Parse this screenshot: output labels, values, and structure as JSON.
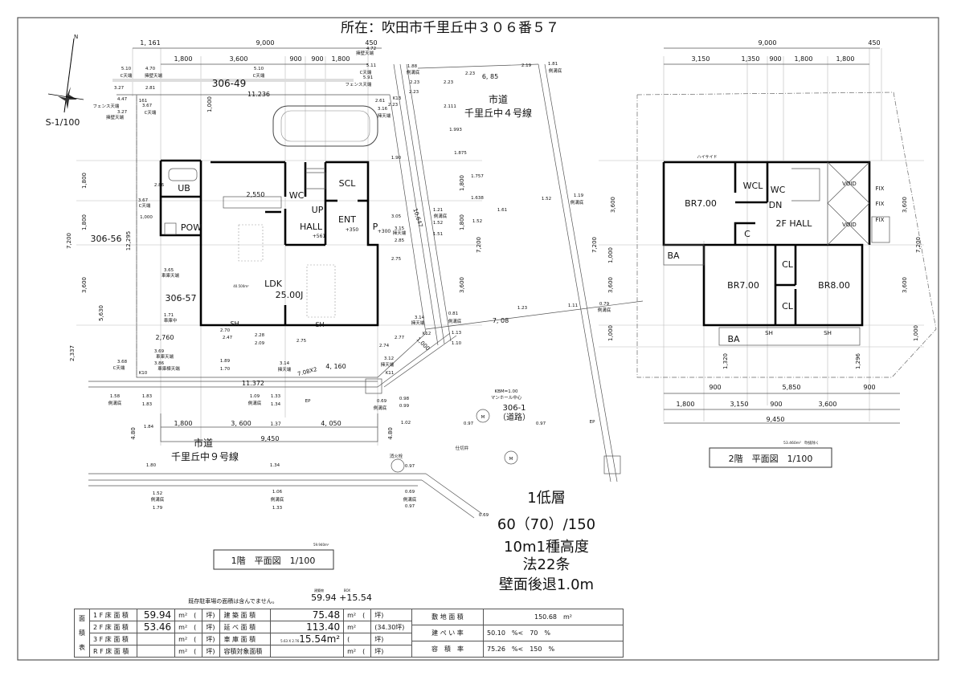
{
  "title": "所在：吹田市千里丘中３０６番５７",
  "scale_label": "S-1/100",
  "north_label": "N",
  "plan_1f": {
    "caption": "1階　平面図　1/100",
    "area_note": "59.940m²",
    "rooms": [
      "UB",
      "POW",
      "WC",
      "UP",
      "HALL",
      "SCL",
      "ENT",
      "P",
      "LDK",
      "25.00J",
      "SH",
      "SH",
      "40.500m²",
      "2,550",
      "+561",
      "+350",
      "+300"
    ],
    "lots": [
      "306-49",
      "306-56",
      "306-57"
    ],
    "roads": [
      "市道",
      "千里丘中４号線",
      "市道",
      "千里丘中９号線",
      "306-1",
      "（道路）"
    ],
    "dimensions": [
      "1, 161",
      "9,000",
      "450",
      "1,800",
      "3,600",
      "900",
      "900",
      "1,800",
      "1,800",
      "1,800",
      "7,200",
      "3,600",
      "12,295",
      "5,630",
      "2,337",
      "1,800",
      "1,800",
      "7,200",
      "3,600",
      "2,760",
      "1,800",
      "3, 600",
      "1.37",
      "4, 050",
      "9,450",
      "4.80",
      "4.80",
      "11.236",
      "11.372",
      "1,000",
      "10,647",
      "6, 85",
      "7, 08",
      "4, 160",
      "7.08X2",
      "1,000"
    ],
    "annotations": [
      "5.10",
      "C天端",
      "4.70",
      "擁壁天端",
      "3.27",
      "2.81",
      "4.47",
      "フェンス天端",
      "3.27",
      "擁壁天端",
      "161",
      "3.67",
      "C天端",
      "5.10",
      "C天端",
      "4.72",
      "擁壁天端",
      "5.11",
      "C天端",
      "5.91",
      "フェンス天端",
      "2.61",
      "3.16",
      "擁天端",
      "2.23",
      "K13",
      "1.88",
      "側溝底",
      "2.23",
      "2.23",
      "2.23",
      "2.111",
      "1.993",
      "1.875",
      "1.757",
      "1.638",
      "1.52",
      "2.23",
      "2.19",
      "1.81",
      "側溝底",
      "1.90",
      "3.05",
      "1.21",
      "側溝底",
      "1.52",
      "1.51",
      "1.61",
      "1.52",
      "1.19",
      "側溝底",
      "3.15",
      "擁天端",
      "2.85",
      "2.75",
      "2.86",
      "3.67",
      "C天端",
      "1,000",
      "3.65",
      "車庫天端",
      "1.71",
      "車庫中",
      "3.69",
      "車庫天端",
      "3.86",
      "車庫棟天端",
      "3.68",
      "C天端",
      "K10",
      "2.70",
      "2.47",
      "2.28",
      "2.09",
      "2.75",
      "1.89",
      "1.70",
      "3.14",
      "擁天端",
      "1.58",
      "側溝底",
      "1.83",
      "1.83",
      "1.09",
      "側溝底",
      "1.33",
      "1.34",
      "EP",
      "0.69",
      "側溝底",
      "0.98",
      "0.99",
      "1.84",
      "1.02",
      "消火栓",
      "0.97",
      "1.80",
      "1.34",
      "1.52",
      "側溝底",
      "1.79",
      "1.06",
      "側溝底",
      "1.33",
      "0.69",
      "側溝底",
      "0.97",
      "2.74",
      "2.77",
      "3.12",
      "擁天端",
      "K11",
      "3.14",
      "擁天端",
      "K12",
      "1.13",
      "1.10",
      "0.81",
      "側溝底",
      "1.23",
      "1.11",
      "0.79",
      "側溝底",
      "KBM=1.00",
      "マンホール中心",
      "M",
      "M",
      "0.97",
      "0.97",
      "仕切弁",
      "EP",
      "0.69"
    ]
  },
  "plan_2f": {
    "caption": "2階　平面図　1/100",
    "area_note": "53.460m²　吹抜除く",
    "rooms": [
      "BR7.00",
      "WCL",
      "WC",
      "DN",
      "2F HALL",
      "VOID",
      "VOID",
      "FIX",
      "FIX",
      "FIX",
      "C",
      "BA",
      "BR7.00",
      "CL",
      "CL",
      "BR8.00",
      "SH",
      "SH",
      "BA",
      "ハイサイド"
    ],
    "dimensions": [
      "9,000",
      "450",
      "3,150",
      "1,350",
      "900",
      "1,800",
      "1,800",
      "3,600",
      "7,200",
      "1,000",
      "3,600",
      "1,000",
      "3,600",
      "7,200",
      "3,600",
      "1,000",
      "1,320",
      "1,296",
      "900",
      "5,850",
      "900",
      "1,800",
      "3,150",
      "900",
      "3,600",
      "9,450"
    ]
  },
  "zoning": [
    "1低層",
    "60（70）/150",
    "10m1種高度",
    "法22条",
    "壁面後退1.0m"
  ],
  "area_summary": {
    "note": "既存駐車場の面積は含んでません。",
    "building_label": "建築物",
    "box_label": "BOX",
    "sum": "59.94 +15.54"
  },
  "area_table": {
    "side_label": [
      "面",
      "積",
      "表"
    ],
    "rows": [
      {
        "floor": "1 F 床 面 積",
        "value": "59.94",
        "unit": "m²　(",
        "tsubo": "坪)",
        "label": "建 築 面 積",
        "value2": "75.48",
        "unit2": "m²　(",
        "tsubo2": "坪)"
      },
      {
        "floor": "2 F 床 面 積",
        "value": "53.46",
        "unit": "m²　(",
        "tsubo": "坪)",
        "label": "延 べ 面 積",
        "value2": "113.40",
        "unit2": "m²",
        "tsubo2": "(34.30坪)"
      },
      {
        "floor": "3 F 床 面 積",
        "value": "",
        "unit": "m²　(",
        "tsubo": "坪)",
        "label": "車 庫 面 積",
        "value2": "15.54m²",
        "prefix2": "5.63 X 2.76",
        "unit2": "(",
        "tsubo2": "坪)"
      },
      {
        "floor": "R F 床 面 積",
        "value": "",
        "unit": "m²　(",
        "tsubo": "坪)",
        "label": "容積対象面積",
        "value2": "",
        "unit2": "m²　(",
        "tsubo2": "坪)"
      }
    ],
    "site": [
      {
        "label": "敷 地 面 積",
        "value": "150.68　m²"
      },
      {
        "label": "建 ぺ い 率",
        "value": "50.10　%<　70　%"
      },
      {
        "label": "容　積　率",
        "value": "75.26　%<　150　%"
      }
    ]
  }
}
